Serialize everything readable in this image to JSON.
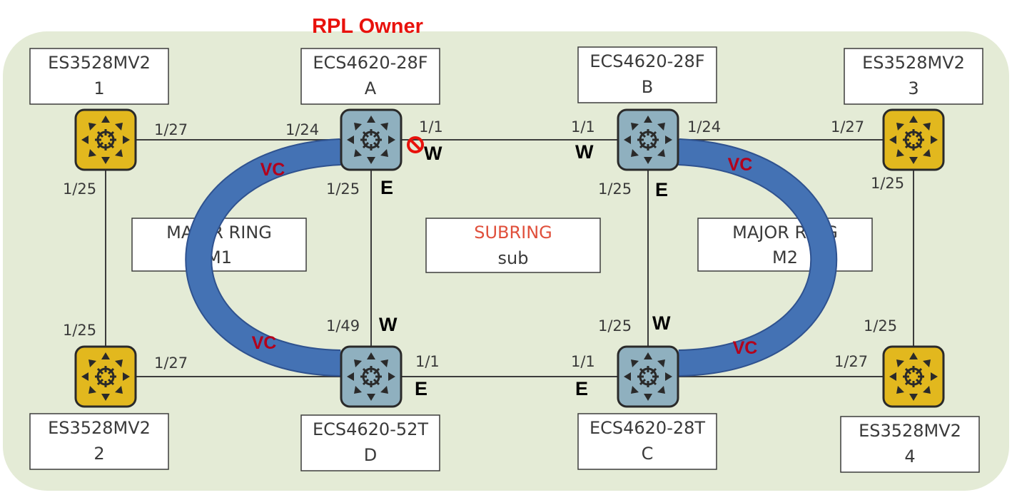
{
  "title": "RPL Owner",
  "colors": {
    "background": "#e4ebd6",
    "owner_text": "#e8120c",
    "vc_text": "#b3001b",
    "vc_arc": "#4472b4",
    "vc_arc_edge": "#2f528f",
    "subring_text": "#e0503c",
    "core_switch": "#8fb0bf",
    "edge_switch": "#e2b81e",
    "block_icon": "#e8120c"
  },
  "devices": {
    "sw1": {
      "model": "ES3528MV2",
      "id": "1"
    },
    "sw2": {
      "model": "ES3528MV2",
      "id": "2"
    },
    "sw3": {
      "model": "ES3528MV2",
      "id": "3"
    },
    "sw4": {
      "model": "ES3528MV2",
      "id": "4"
    },
    "swA": {
      "model": "ECS4620-28F",
      "id": "A"
    },
    "swB": {
      "model": "ECS4620-28F",
      "id": "B"
    },
    "swC": {
      "model": "ECS4620-28T",
      "id": "C"
    },
    "swD": {
      "model": "ECS4620-52T",
      "id": "D"
    }
  },
  "rings": {
    "major1": {
      "name": "MAJOR RING",
      "id": "M1"
    },
    "sub": {
      "name": "SUBRING",
      "id": "sub"
    },
    "major2": {
      "name": "MAJOR RING",
      "id": "M2"
    }
  },
  "ports": {
    "sw1_right": "1/27",
    "sw1_down": "1/25",
    "sw2_up": "1/25",
    "sw2_right": "1/27",
    "swA_left": "1/24",
    "swA_right": "1/1",
    "swA_down": "1/25",
    "swB_left": "1/1",
    "swB_right": "1/24",
    "swB_down": "1/25",
    "sw3_left": "1/27",
    "sw3_down": "1/25",
    "swD_up": "1/49",
    "swD_right": "1/1",
    "swC_left": "1/1",
    "swC_up": "1/25",
    "sw4_up": "1/25",
    "sw4_left": "1/27"
  },
  "directions": {
    "swA_west": "W",
    "swA_east": "E",
    "swB_west": "W",
    "swB_east": "E",
    "swD_west": "W",
    "swD_east": "E",
    "swC_west": "W",
    "swC_east": "E"
  },
  "vc": {
    "label": "VC"
  }
}
